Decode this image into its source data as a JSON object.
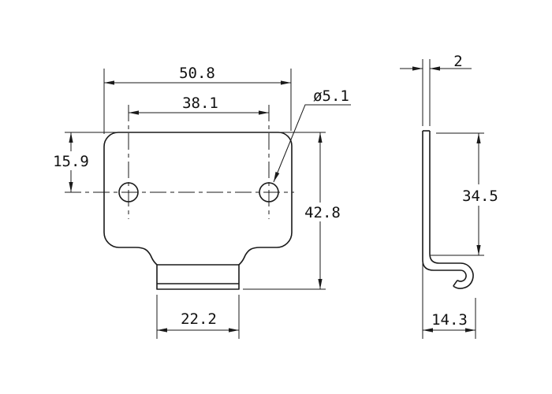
{
  "drawing": {
    "type": "engineering-drawing",
    "part": "sheet-metal catch plate with curled hook",
    "background_color": "#ffffff",
    "line_color": "#1a1a1a",
    "views": [
      {
        "id": "front-view",
        "description": "front elevation of plate with two holes and bottom tab"
      },
      {
        "id": "side-view",
        "description": "side profile showing material thickness and bottom curl hook"
      }
    ]
  },
  "dimensions": {
    "overall_width": "50.8",
    "hole_spacing": "38.1",
    "hole_top_offset": "15.9",
    "overall_height": "42.8",
    "tab_width": "22.2",
    "hole_diameter": "ø5.1",
    "thickness": "2",
    "flat_height": "34.5",
    "depth": "14.3"
  }
}
